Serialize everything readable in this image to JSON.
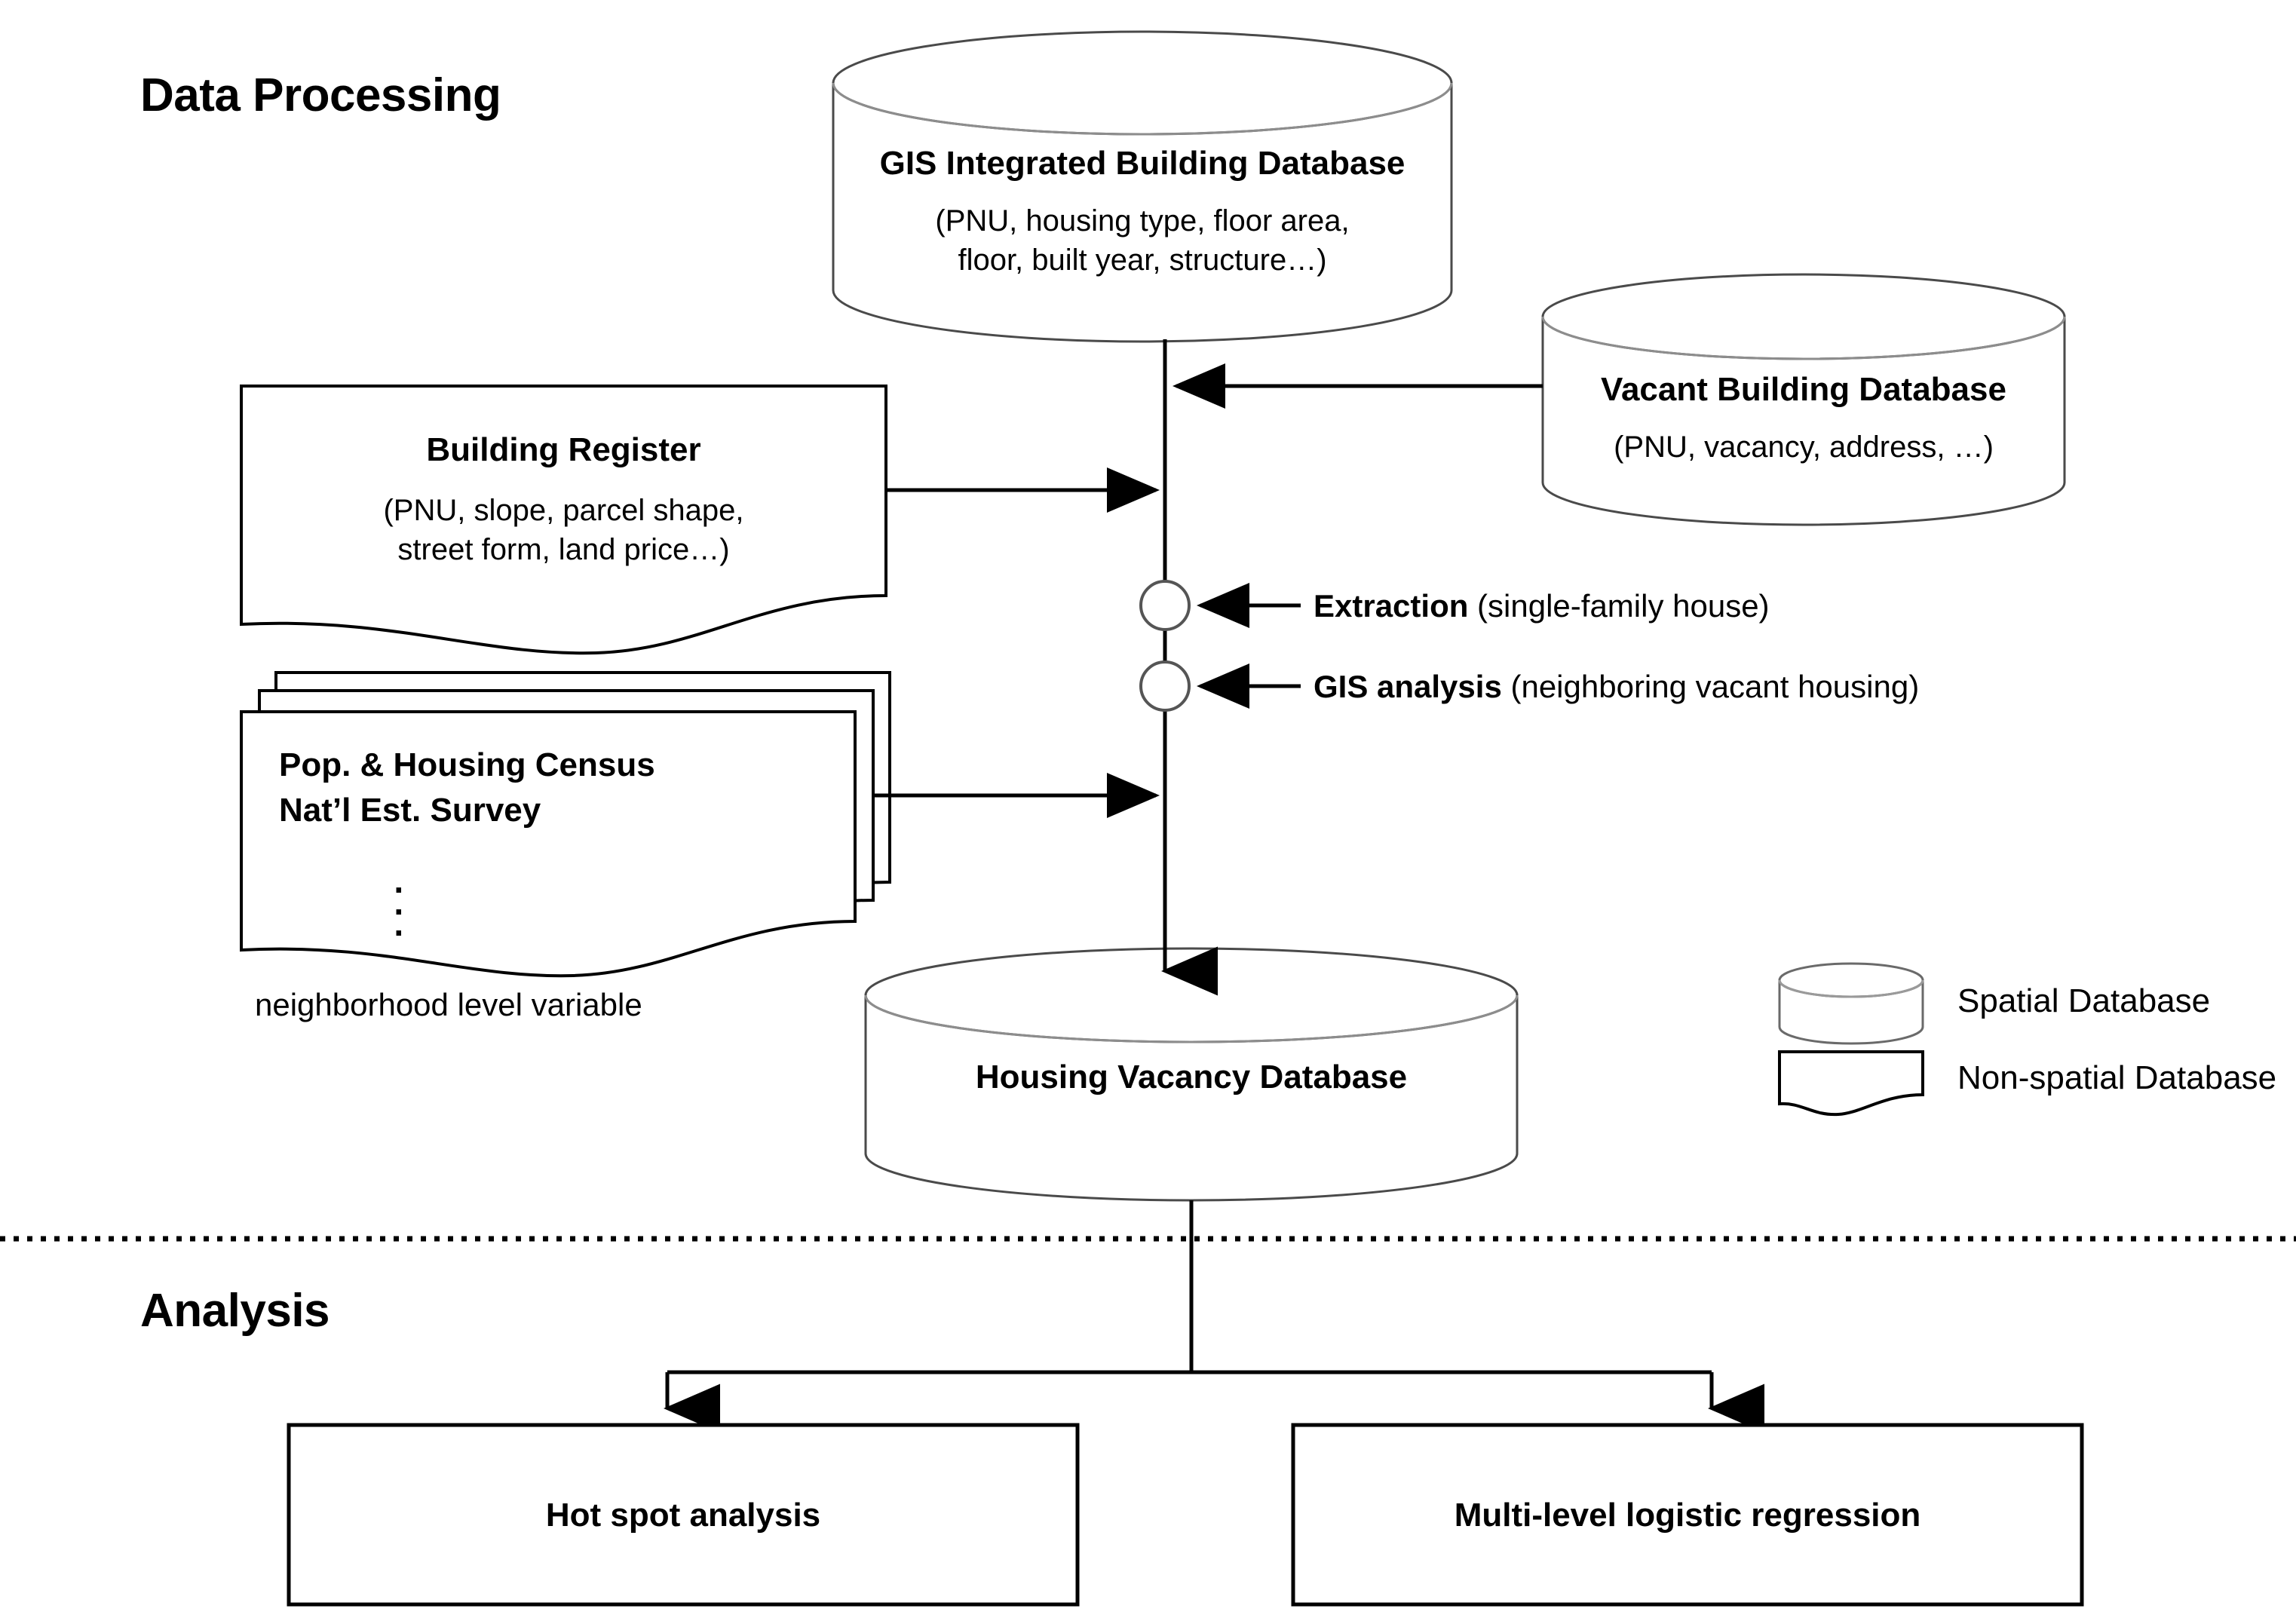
{
  "sections": {
    "data_processing": {
      "title": "Data Processing"
    },
    "analysis": {
      "title": "Analysis"
    }
  },
  "nodes": {
    "gis_db": {
      "title": "GIS Integrated Building Database",
      "detail_line1": "(PNU, housing type, floor area,",
      "detail_line2": "floor, built year, structure…)",
      "shape": "cylinder"
    },
    "vacant_db": {
      "title": "Vacant Building Database",
      "detail_line1": "(PNU, vacancy, address, …)",
      "shape": "cylinder"
    },
    "building_register": {
      "title": "Building Register",
      "detail_line1": "(PNU, slope, parcel shape,",
      "detail_line2": "street form, land price…)",
      "shape": "document"
    },
    "census_stack": {
      "title_line1": "Pop. & Housing Census",
      "title_line2": "Nat’l Est. Survey",
      "ellipsis": "·\n·\n·",
      "caption": "neighborhood level variable",
      "shape": "multi-document"
    },
    "housing_vacancy_db": {
      "title": "Housing Vacancy Database",
      "shape": "cylinder"
    },
    "hot_spot": {
      "title": "Hot spot analysis",
      "shape": "rectangle"
    },
    "multilevel": {
      "title": "Multi-level logistic regression",
      "shape": "rectangle"
    }
  },
  "annotations": [
    {
      "bold": "Extraction",
      "rest": " (single-family house)"
    },
    {
      "bold": "GIS analysis",
      "rest": " (neighboring vacant housing)"
    }
  ],
  "legend": {
    "items": [
      {
        "label": "Spatial Database",
        "shape": "cylinder"
      },
      {
        "label": "Non-spatial Database",
        "shape": "document"
      }
    ]
  },
  "colors": {
    "stroke": "#000000",
    "thin_stroke": "#555555",
    "background": "#ffffff",
    "text": "#000000"
  }
}
